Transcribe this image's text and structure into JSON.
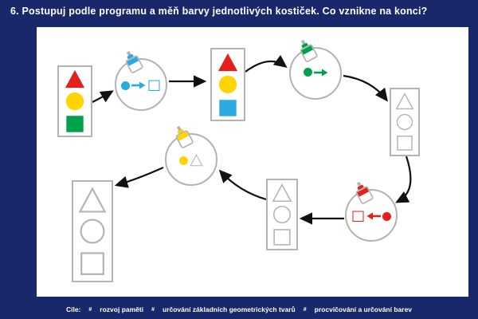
{
  "header": {
    "title": "6. Postupuj podle programu a měň barvy jednotlivých kostiček. Co vznikne na konci?"
  },
  "footer": {
    "label": "Cíle:",
    "bullet": "#",
    "goals": [
      "rozvoj paměti",
      "určování základních geometrických tvarů",
      "procvičování a určování barev"
    ]
  },
  "colors": {
    "navy": "#19276b",
    "red": "#e3201b",
    "yellow": "#ffd400",
    "green": "#00a14b",
    "blue": "#29abe2",
    "gray": "#b3b3b3",
    "black": "#111111",
    "white": "#ffffff"
  },
  "cards": [
    {
      "name": "card-start",
      "shapes": [
        {
          "type": "triangle",
          "color": "red"
        },
        {
          "type": "circle",
          "color": "yellow"
        },
        {
          "type": "square",
          "color": "green"
        }
      ]
    },
    {
      "name": "card-after-blue",
      "shapes": [
        {
          "type": "triangle",
          "color": "red"
        },
        {
          "type": "circle",
          "color": "yellow"
        },
        {
          "type": "square",
          "color": "blue"
        }
      ]
    },
    {
      "name": "card-blank-1",
      "shapes": [
        {
          "type": "triangle",
          "color": "outline"
        },
        {
          "type": "circle",
          "color": "outline"
        },
        {
          "type": "square",
          "color": "outline"
        }
      ]
    },
    {
      "name": "card-blank-2",
      "shapes": [
        {
          "type": "triangle",
          "color": "outline"
        },
        {
          "type": "circle",
          "color": "outline"
        },
        {
          "type": "square",
          "color": "outline"
        }
      ]
    },
    {
      "name": "card-result",
      "shapes": [
        {
          "type": "triangle",
          "color": "outline"
        },
        {
          "type": "circle",
          "color": "outline"
        },
        {
          "type": "square",
          "color": "outline"
        }
      ]
    }
  ],
  "operations": [
    {
      "name": "paint-square-blue",
      "color": "blue",
      "target": "square",
      "target_style": "colored",
      "direction": "right",
      "show_arrow": true
    },
    {
      "name": "paint-green",
      "color": "green",
      "target": "none",
      "target_style": "none",
      "direction": "right",
      "show_arrow": true
    },
    {
      "name": "paint-square-red",
      "color": "red",
      "target": "square",
      "target_style": "colored",
      "direction": "left",
      "show_arrow": true
    },
    {
      "name": "paint-triangle-yellow",
      "color": "yellow",
      "target": "triangle",
      "target_style": "outline",
      "direction": "right",
      "show_arrow": false
    }
  ]
}
